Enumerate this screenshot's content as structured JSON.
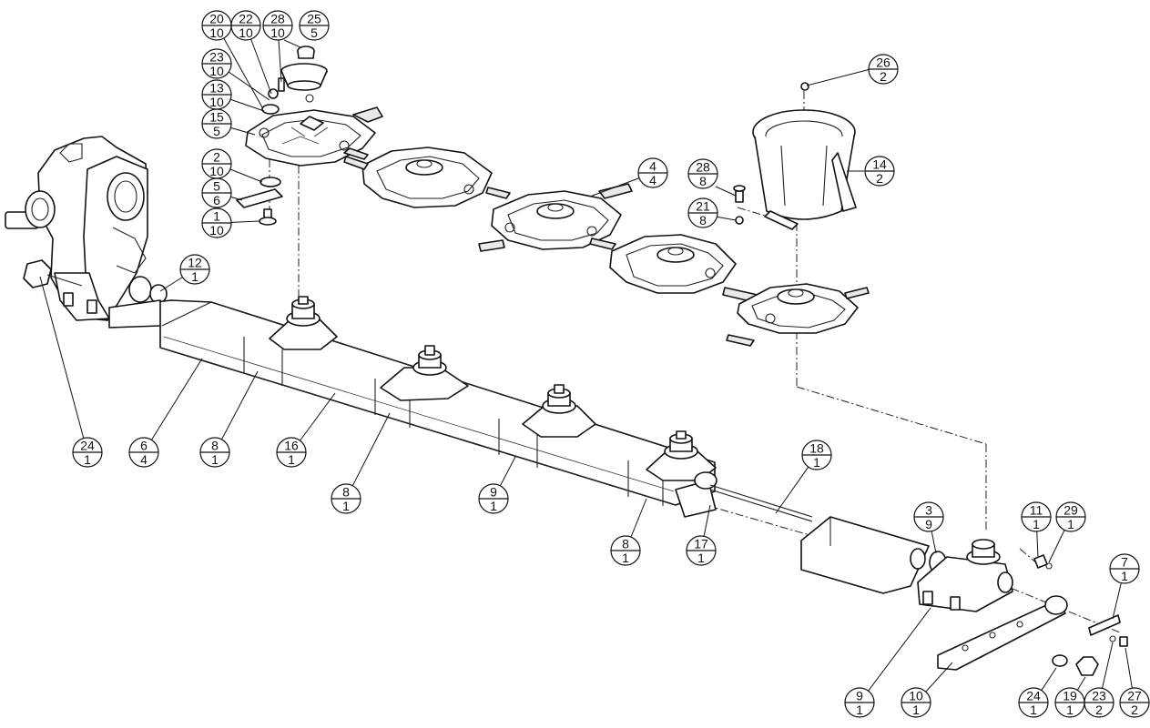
{
  "diagram": {
    "type": "exploded-parts-view",
    "callouts": [
      {
        "id": "c-20-10",
        "part": "20",
        "qty": "10"
      },
      {
        "id": "c-22-10",
        "part": "22",
        "qty": "10"
      },
      {
        "id": "c-28-10",
        "part": "28",
        "qty": "10"
      },
      {
        "id": "c-25-5",
        "part": "25",
        "qty": "5"
      },
      {
        "id": "c-23-10",
        "part": "23",
        "qty": "10"
      },
      {
        "id": "c-13-10",
        "part": "13",
        "qty": "10"
      },
      {
        "id": "c-15-5",
        "part": "15",
        "qty": "5"
      },
      {
        "id": "c-2-10",
        "part": "2",
        "qty": "10"
      },
      {
        "id": "c-5-6",
        "part": "5",
        "qty": "6"
      },
      {
        "id": "c-1-10",
        "part": "1",
        "qty": "10"
      },
      {
        "id": "c-12-1",
        "part": "12",
        "qty": "1"
      },
      {
        "id": "c-26-2",
        "part": "26",
        "qty": "2"
      },
      {
        "id": "c-14-2",
        "part": "14",
        "qty": "2"
      },
      {
        "id": "c-28-8",
        "part": "28",
        "qty": "8"
      },
      {
        "id": "c-21-8",
        "part": "21",
        "qty": "8"
      },
      {
        "id": "c-4-4",
        "part": "4",
        "qty": "4"
      },
      {
        "id": "c-24-1a",
        "part": "24",
        "qty": "1"
      },
      {
        "id": "c-6-4",
        "part": "6",
        "qty": "4"
      },
      {
        "id": "c-8-1a",
        "part": "8",
        "qty": "1"
      },
      {
        "id": "c-16-1",
        "part": "16",
        "qty": "1"
      },
      {
        "id": "c-8-1b",
        "part": "8",
        "qty": "1"
      },
      {
        "id": "c-9-1a",
        "part": "9",
        "qty": "1"
      },
      {
        "id": "c-8-1c",
        "part": "8",
        "qty": "1"
      },
      {
        "id": "c-17-1",
        "part": "17",
        "qty": "1"
      },
      {
        "id": "c-18-1",
        "part": "18",
        "qty": "1"
      },
      {
        "id": "c-3-9",
        "part": "3",
        "qty": "9"
      },
      {
        "id": "c-11-1",
        "part": "11",
        "qty": "1"
      },
      {
        "id": "c-29-1",
        "part": "29",
        "qty": "1"
      },
      {
        "id": "c-7-1",
        "part": "7",
        "qty": "1"
      },
      {
        "id": "c-9-1b",
        "part": "9",
        "qty": "1"
      },
      {
        "id": "c-10-1",
        "part": "10",
        "qty": "1"
      },
      {
        "id": "c-24-1b",
        "part": "24",
        "qty": "1"
      },
      {
        "id": "c-19-1",
        "part": "19",
        "qty": "1"
      },
      {
        "id": "c-23-2",
        "part": "23",
        "qty": "2"
      },
      {
        "id": "c-27-2",
        "part": "27",
        "qty": "2"
      }
    ]
  }
}
